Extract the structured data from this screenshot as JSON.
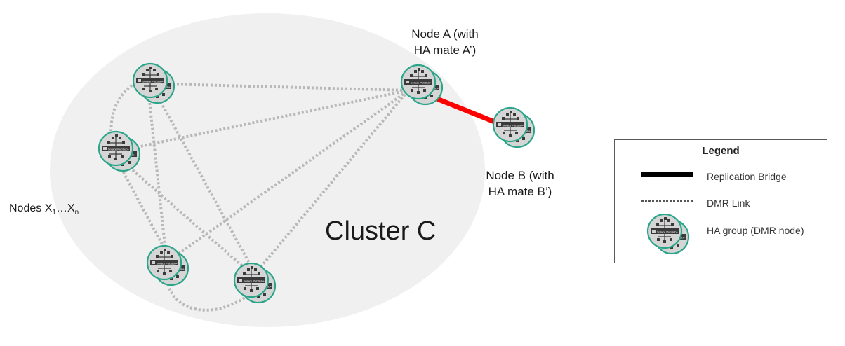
{
  "cluster": {
    "title": "Cluster C",
    "fill": "#f0f0f0"
  },
  "labels": {
    "node_a_line1": "Node A (with",
    "node_a_line2": "HA mate A’)",
    "node_b_line1": "Node B (with",
    "node_b_line2": "HA mate B’)",
    "nodes_x_prefix": "Nodes X",
    "nodes_x_sub1": "1",
    "nodes_x_ellipsis": "…X",
    "nodes_x_subn": "n"
  },
  "legend": {
    "title": "Legend",
    "items": [
      {
        "label": "Replication Bridge",
        "kind": "solid-line"
      },
      {
        "label": "DMR Link",
        "kind": "dotted-line"
      },
      {
        "label": "HA group (DMR node)",
        "kind": "node-icon"
      }
    ]
  },
  "node_icon": {
    "brand_text": "Solace PubSub+",
    "ring_color": "#2aa58a",
    "body_color": "#d5d5d5",
    "bar_color": "#3a3a3a"
  },
  "colors": {
    "replication_bridge": "#ff0000",
    "dmr_link": "#b8b8b8",
    "legend_bridge": "#000000",
    "legend_dmr": "#555555"
  }
}
